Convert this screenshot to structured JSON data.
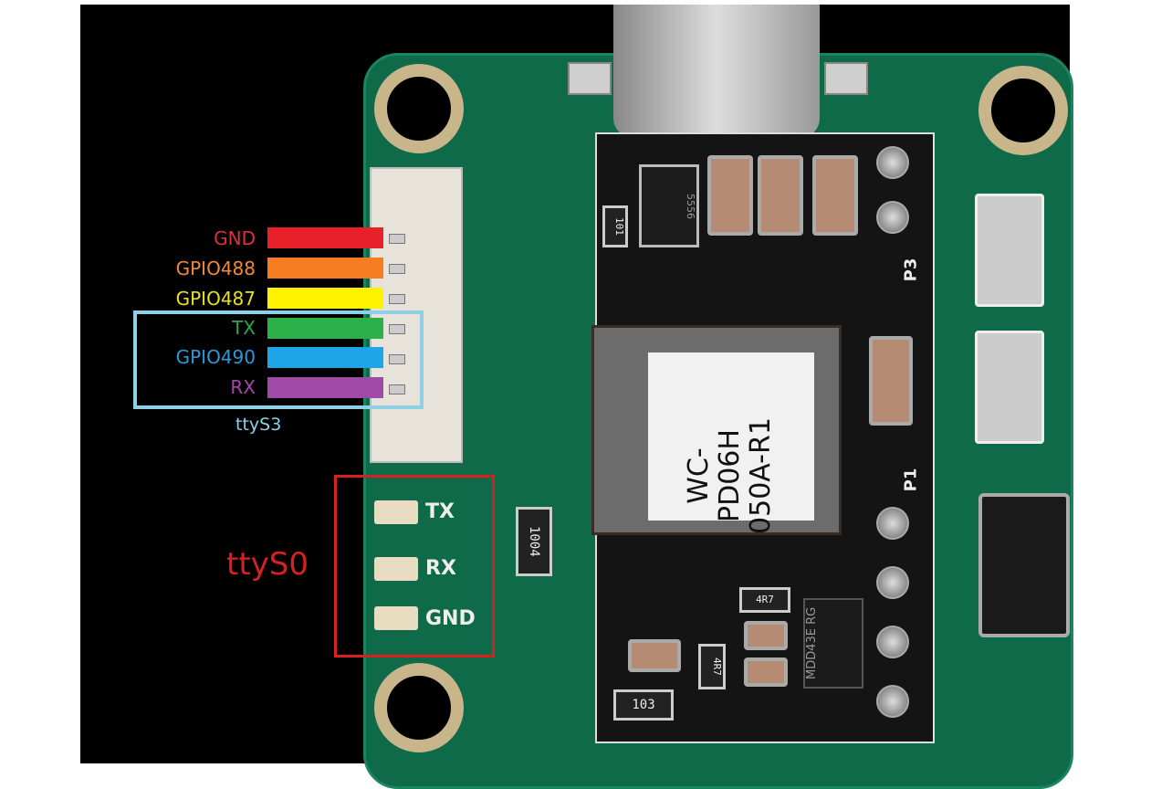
{
  "header_pins": [
    {
      "label": "GND",
      "color": "#e8202a",
      "text_color": "#e2303a"
    },
    {
      "label": "GPIO488",
      "color": "#f57c20",
      "text_color": "#f08a3a"
    },
    {
      "label": "GPIO487",
      "color": "#fff200",
      "text_color": "#e8e020"
    },
    {
      "label": "TX",
      "color": "#2bb14a",
      "text_color": "#2ea84a"
    },
    {
      "label": "GPIO490",
      "color": "#1ea5e8",
      "text_color": "#2a9ad8"
    },
    {
      "label": "RX",
      "color": "#a04aa8",
      "text_color": "#a04aa8"
    }
  ],
  "uart_header": {
    "label": "ttyS3",
    "box_color": "#8fd0e6"
  },
  "uart_pads": {
    "label": "ttyS0",
    "box_color": "#d82020",
    "pads": [
      "TX",
      "RX",
      "GND"
    ]
  },
  "board_markings": {
    "p1": "P1",
    "p3": "P3",
    "inductor": [
      "WC-",
      "PD06H",
      "050A-R1"
    ],
    "resistor_1004": "1004",
    "resistor_4r7_a": "4R7",
    "resistor_4r7_b": "4R7",
    "resistor_103": "103",
    "diode": "MDD43E",
    "diode_sub": "RG",
    "ic": "5556",
    "cap_101": "101"
  }
}
